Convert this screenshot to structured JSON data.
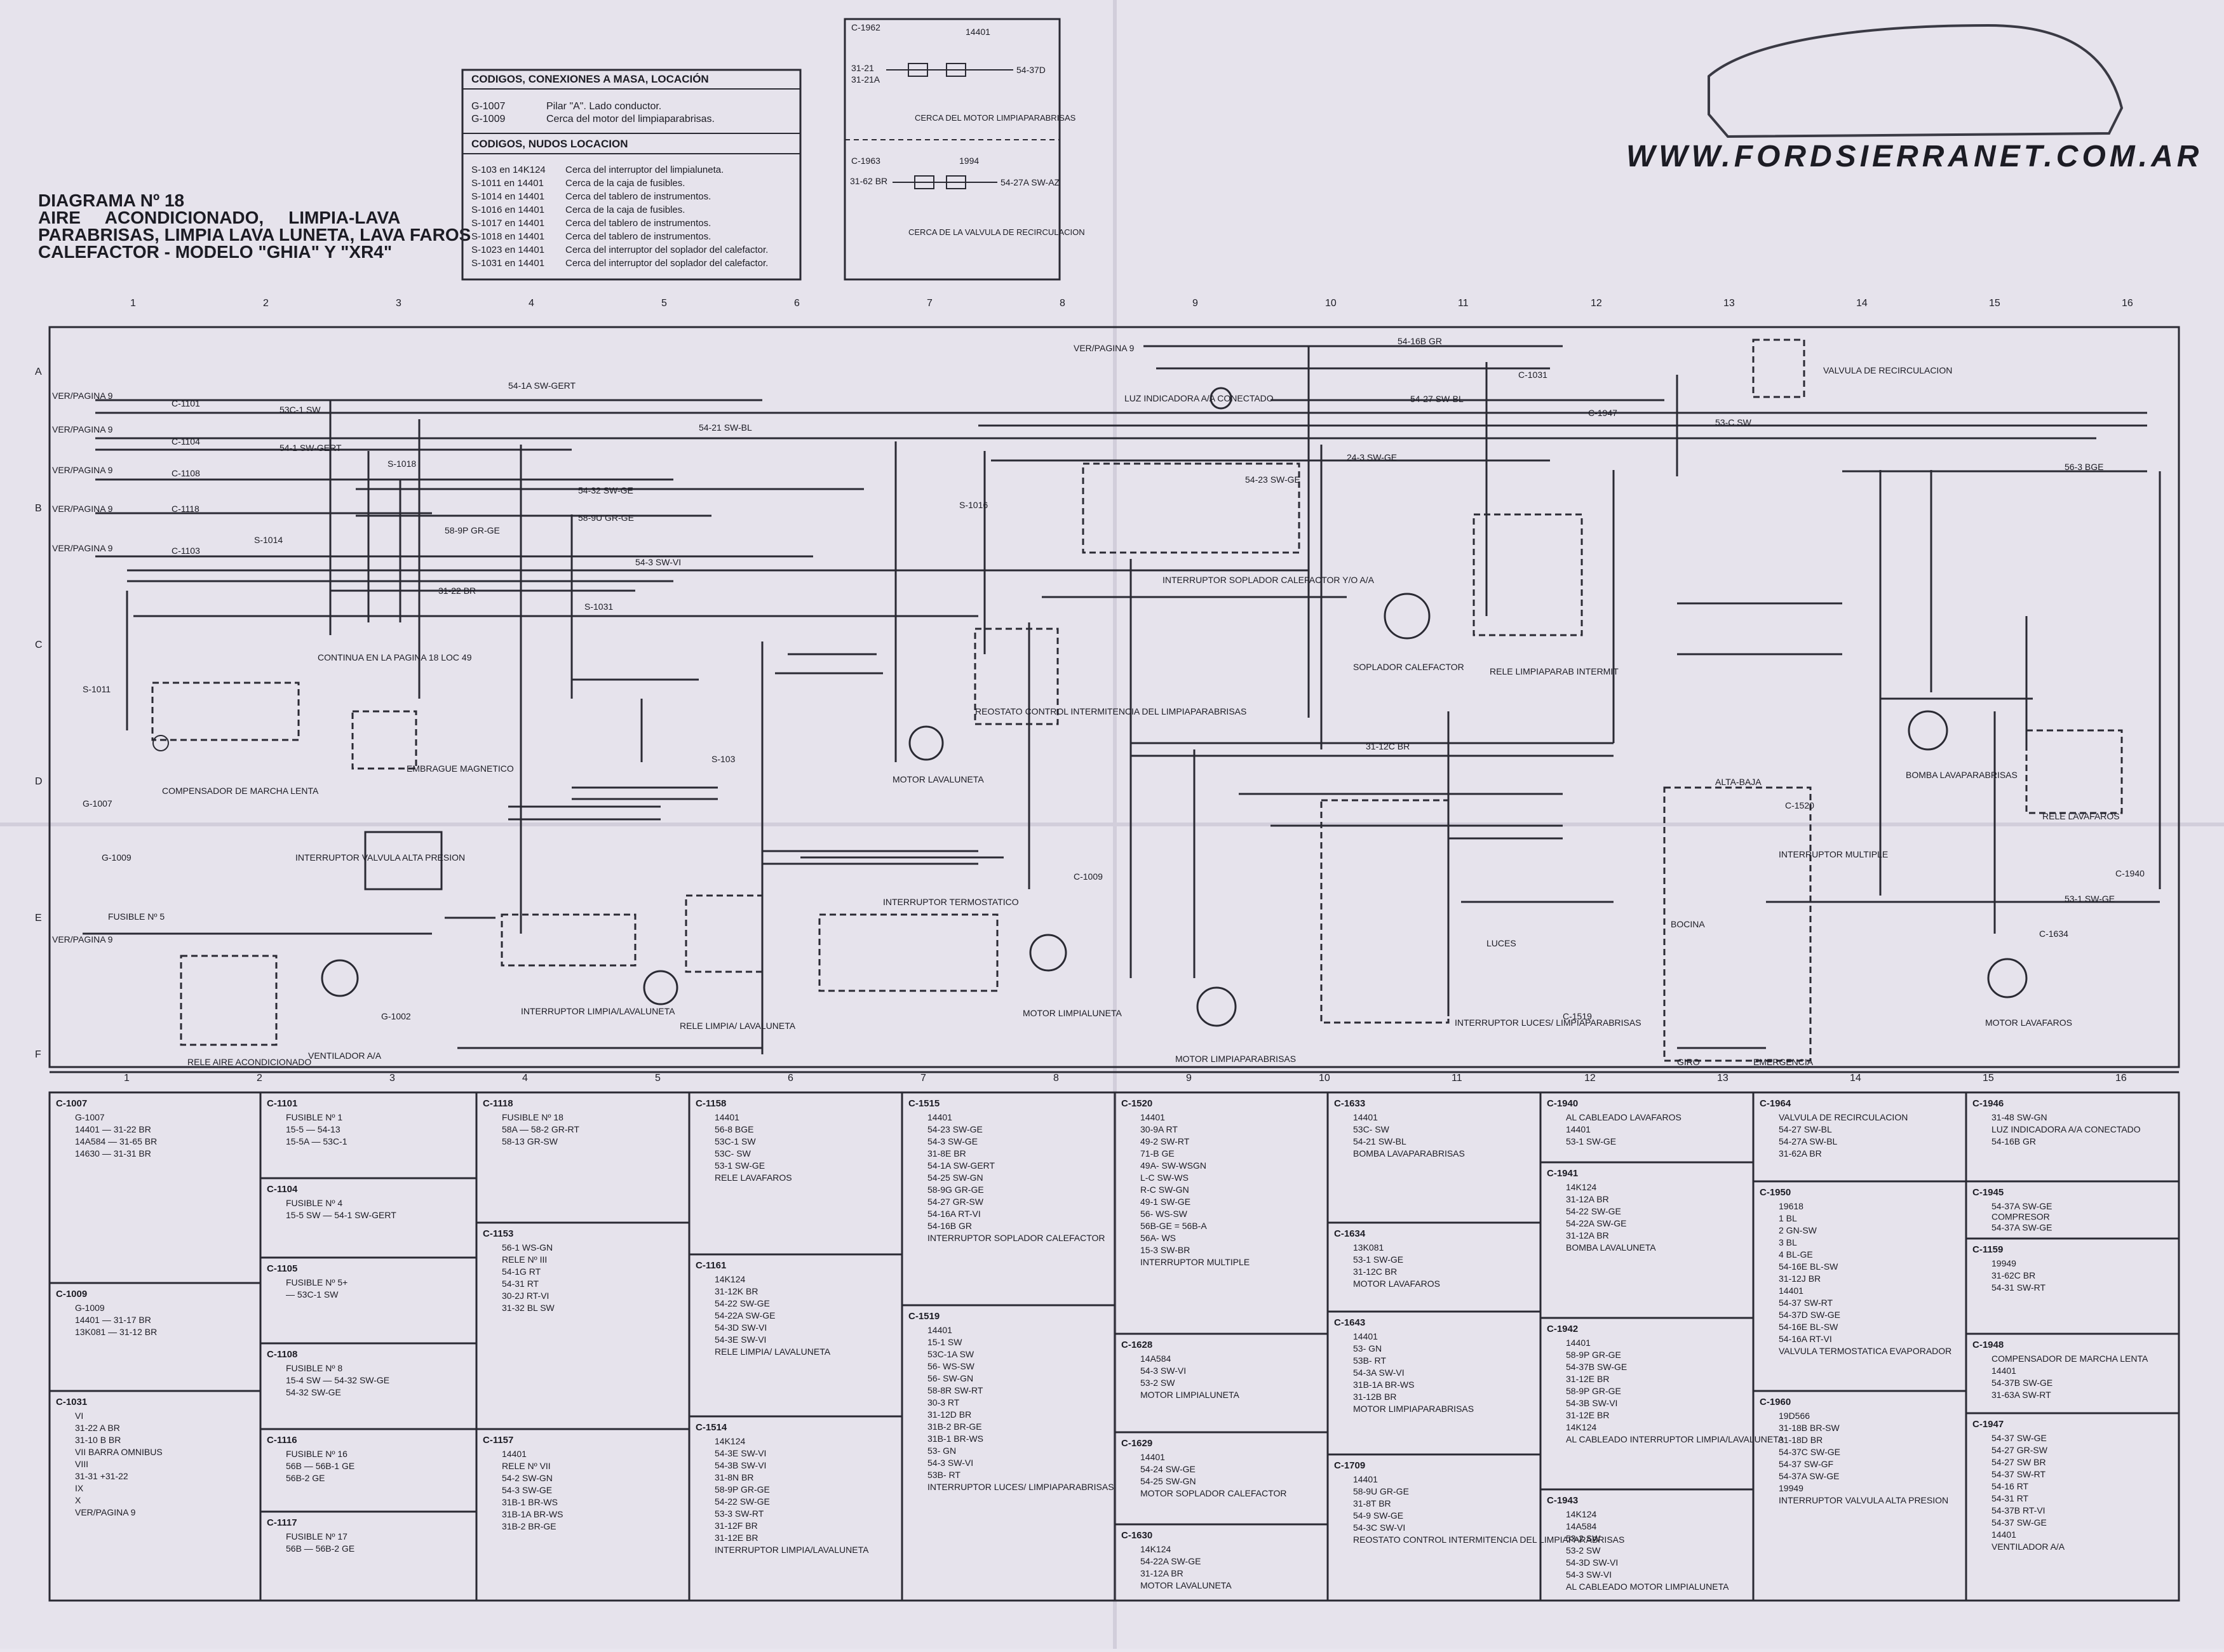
{
  "website": "WWW.FORDSIERRANET.COM.AR",
  "title": {
    "line1": "DIAGRAMA Nº 18",
    "line2": "AIRE     ACONDICIONADO,     LIMPIA-LAVA",
    "line3": "PARABRISAS, LIMPIA LAVA LUNETA, LAVA FAROS",
    "line4": "CALEFACTOR - MODELO \"GHIA\" Y \"XR4\""
  },
  "legend": {
    "ground_header": "CODIGOS, CONEXIONES A MASA, LOCACIÓN",
    "grounds": [
      {
        "code": "G-1007",
        "text": "Pilar \"A\". Lado conductor."
      },
      {
        "code": "G-1009",
        "text": "Cerca del motor del limpiaparabrisas."
      }
    ],
    "splice_header": "CODIGOS, NUDOS LOCACION",
    "splices": [
      {
        "code": "S-103 en 14K124",
        "text": "Cerca del interruptor del limpialuneta."
      },
      {
        "code": "S-1011 en 14401",
        "text": "Cerca de la caja de fusibles."
      },
      {
        "code": "S-1014 en 14401",
        "text": "Cerca del tablero de instrumentos."
      },
      {
        "code": "S-1016 en 14401",
        "text": "Cerca de la caja de fusibles."
      },
      {
        "code": "S-1017 en 14401",
        "text": "Cerca del tablero de instrumentos."
      },
      {
        "code": "S-1018 en 14401",
        "text": "Cerca del tablero de instrumentos."
      },
      {
        "code": "S-1023 en 14401",
        "text": "Cerca del interruptor del soplador del calefactor."
      },
      {
        "code": "S-1031 en 14401",
        "text": "Cerca del interruptor del soplador del calefactor."
      }
    ]
  },
  "top_connector_box": {
    "c1": "C-1962",
    "harness": "14401",
    "w1": "31-21",
    "w2": "31-21A",
    "w3": "54-37D",
    "note1": "CERCA DEL MOTOR LIMPIAPARABRISAS",
    "c2": "C-1963",
    "harness2": "1994",
    "w4": "31-62 BR",
    "w5": "54-27A SW-AZ",
    "note2": "CERCA DE LA VALVULA DE RECIRCULACION"
  },
  "grid": {
    "cols": [
      "1",
      "2",
      "3",
      "4",
      "5",
      "6",
      "7",
      "8",
      "9",
      "10",
      "11",
      "12",
      "13",
      "14",
      "15",
      "16"
    ],
    "rows": [
      "A",
      "B",
      "C",
      "D",
      "E",
      "F"
    ]
  },
  "main_labels": [
    {
      "id": "ver1",
      "text": "VER/PAGINA 9"
    },
    {
      "id": "ver2",
      "text": "VER/PAGINA 9"
    },
    {
      "id": "ver3",
      "text": "VER/PAGINA 9"
    },
    {
      "id": "ver4",
      "text": "VER/PAGINA 9"
    },
    {
      "id": "ver5",
      "text": "VER/PAGINA 9"
    },
    {
      "id": "ver6",
      "text": "VER/PAGINA 9"
    },
    {
      "id": "ver7",
      "text": "VER/PAGINA 9"
    },
    {
      "id": "c1101",
      "text": "C-1101"
    },
    {
      "id": "c1104",
      "text": "C-1104"
    },
    {
      "id": "c1108",
      "text": "C-1108"
    },
    {
      "id": "c1118",
      "text": "C-1118"
    },
    {
      "id": "c1103",
      "text": "C-1103"
    },
    {
      "id": "w53c",
      "text": "53C-1 SW"
    },
    {
      "id": "w541",
      "text": "54-1 SW-GERT"
    },
    {
      "id": "w541a",
      "text": "54-1A SW-GERT"
    },
    {
      "id": "w5421",
      "text": "54-21 SW-BL"
    },
    {
      "id": "w5432",
      "text": "54-32 SW-GE"
    },
    {
      "id": "w589u",
      "text": "58-9U GR-GE"
    },
    {
      "id": "w589p",
      "text": "58-9P GR-GE"
    },
    {
      "id": "w543",
      "text": "54-3 SW-VI"
    },
    {
      "id": "w3122",
      "text": "31-22 BR"
    },
    {
      "id": "s1018",
      "text": "S-1018"
    },
    {
      "id": "s1014",
      "text": "S-1014"
    },
    {
      "id": "s1031",
      "text": "S-1031"
    },
    {
      "id": "s1016",
      "text": "S-1016"
    },
    {
      "id": "s1011",
      "text": "S-1011"
    },
    {
      "id": "s103",
      "text": "S-103"
    },
    {
      "id": "continua",
      "text": "CONTINUA EN LA PAGINA 18 LOC 49"
    },
    {
      "id": "comp",
      "text": "COMPENSADOR DE MARCHA LENTA"
    },
    {
      "id": "embrague",
      "text": "EMBRAGUE MAGNETICO"
    },
    {
      "id": "valvula",
      "text": "INTERRUPTOR VALVULA ALTA PRESION"
    },
    {
      "id": "fusible5",
      "text": "FUSIBLE Nº 5"
    },
    {
      "id": "rele_aire",
      "text": "RELE AIRE ACONDICIONADO"
    },
    {
      "id": "ventilador",
      "text": "VENTILADOR A/A"
    },
    {
      "id": "int_limpia",
      "text": "INTERRUPTOR LIMPIA/LAVALUNETA"
    },
    {
      "id": "rele_limpia",
      "text": "RELE LIMPIA/ LAVALUNETA"
    },
    {
      "id": "motor_lavaluneta",
      "text": "MOTOR LAVALUNETA"
    },
    {
      "id": "int_termo",
      "text": "INTERRUPTOR TERMOSTATICO"
    },
    {
      "id": "motor_limpialuneta",
      "text": "MOTOR LIMPIALUNETA"
    },
    {
      "id": "reostato",
      "text": "REOSTATO CONTROL INTERMITENCIA DEL LIMPIAPARABRISAS"
    },
    {
      "id": "luz_ind",
      "text": "LUZ INDICADORA A/A CONECTADO"
    },
    {
      "id": "int_soplador",
      "text": "INTERRUPTOR SOPLADOR CALEFACTOR Y/O A/A"
    },
    {
      "id": "soplador",
      "text": "SOPLADOR CALEFACTOR"
    },
    {
      "id": "rele_limpiap",
      "text": "RELE LIMPIAPARAB INTERMIT"
    },
    {
      "id": "valv_recirc",
      "text": "VALVULA DE RECIRCULACION"
    },
    {
      "id": "bomba",
      "text": "BOMBA LAVAPARABRISAS"
    },
    {
      "id": "rele_lavafaros",
      "text": "RELE LAVAFAROS"
    },
    {
      "id": "motor_limpiap",
      "text": "MOTOR LIMPIAPARABRISAS"
    },
    {
      "id": "luces",
      "text": "LUCES"
    },
    {
      "id": "int_luces",
      "text": "INTERRUPTOR LUCES/ LIMPIAPARABRISAS"
    },
    {
      "id": "alta_baja",
      "text": "ALTA-BAJA"
    },
    {
      "id": "int_multiple",
      "text": "INTERRUPTOR MULTIPLE"
    },
    {
      "id": "bocina",
      "text": "BOCINA"
    },
    {
      "id": "giro",
      "text": "GIRO"
    },
    {
      "id": "emergencia",
      "text": "EMERGENCIA"
    },
    {
      "id": "motor_lavafaros",
      "text": "MOTOR LAVAFAROS"
    },
    {
      "id": "c1031",
      "text": "C-1031"
    },
    {
      "id": "c1947",
      "text": "C-1947"
    },
    {
      "id": "w5416b",
      "text": "54-16B GR"
    },
    {
      "id": "w5427",
      "text": "54-27 SW-BL"
    },
    {
      "id": "w53c2",
      "text": "53-C SW"
    },
    {
      "id": "w563",
      "text": "56-3 BGE"
    },
    {
      "id": "w243",
      "text": "24-3 SW-GE"
    },
    {
      "id": "w5423",
      "text": "54-23 SW-GE"
    },
    {
      "id": "w3112c",
      "text": "31-12C BR"
    },
    {
      "id": "w531",
      "text": "53-1 SW-GE"
    },
    {
      "id": "c1940",
      "text": "C-1940"
    },
    {
      "id": "c1634",
      "text": "C-1634"
    },
    {
      "id": "c1520",
      "text": "C-1520"
    },
    {
      "id": "c1519",
      "text": "C-1519"
    },
    {
      "id": "c1009",
      "text": "C-1009"
    },
    {
      "id": "g1009",
      "text": "G-1009"
    },
    {
      "id": "g1007",
      "text": "G-1007"
    },
    {
      "id": "g1002",
      "text": "G-1002"
    }
  ],
  "connector_boxes": [
    {
      "id": "C-1007",
      "lines": [
        "G-1007",
        "14401  —  31-22 BR",
        "14A584  —  31-65 BR",
        "14630  —  31-31 BR"
      ]
    },
    {
      "id": "C-1009",
      "lines": [
        "G-1009",
        "14401  —  31-17 BR",
        "13K081  —  31-12 BR"
      ]
    },
    {
      "id": "C-1031",
      "lines": [
        "VI",
        "31-22 A BR",
        "31-10 B BR",
        "VII  BARRA OMNIBUS",
        "VIII",
        "31-31  +31-22",
        "IX",
        "X",
        "VER/PAGINA 9"
      ]
    },
    {
      "id": "C-1101",
      "lines": [
        "FUSIBLE Nº 1",
        "15-5  —  54-13",
        "15-5A  —  53C-1"
      ]
    },
    {
      "id": "C-1104",
      "lines": [
        "FUSIBLE Nº 4",
        "15-5 SW  —  54-1 SW-GERT"
      ]
    },
    {
      "id": "C-1105",
      "lines": [
        "FUSIBLE Nº 5+",
        "  —  53C-1 SW"
      ]
    },
    {
      "id": "C-1108",
      "lines": [
        "FUSIBLE Nº 8",
        "15-4 SW  —  54-32 SW-GE",
        "54-32 SW-GE"
      ]
    },
    {
      "id": "C-1116",
      "lines": [
        "FUSIBLE Nº 16",
        "56B  —  56B-1 GE",
        "56B-2 GE"
      ]
    },
    {
      "id": "C-1117",
      "lines": [
        "FUSIBLE Nº 17",
        "56B  —  56B-2 GE"
      ]
    },
    {
      "id": "C-1118",
      "lines": [
        "FUSIBLE Nº 18",
        "58A  —  58-2 GR-RT",
        "58-13 GR-SW"
      ]
    },
    {
      "id": "C-1153",
      "lines": [
        "56-1 WS-GN",
        "RELE Nº III",
        "54-1G RT",
        "54-31 RT",
        "30-2J RT-VI",
        "31-32 BL SW"
      ]
    },
    {
      "id": "C-1157",
      "lines": [
        "14401",
        "RELE Nº VII",
        "54-2 SW-GN",
        "54-3 SW-GE",
        "31B-1 BR-WS",
        "31B-1A BR-WS",
        "31B-2 BR-GE"
      ]
    },
    {
      "id": "C-1158",
      "lines": [
        "14401",
        "56-8 BGE",
        "53C-1 SW",
        "53C- SW",
        "53-1 SW-GE",
        "RELE LAVAFAROS"
      ]
    },
    {
      "id": "C-1161",
      "lines": [
        "14K124",
        "31-12K BR",
        "54-22 SW-GE",
        "54-22A SW-GE",
        "54-3D SW-VI",
        "54-3E SW-VI",
        "RELE LIMPIA/ LAVALUNETA"
      ]
    },
    {
      "id": "C-1514",
      "lines": [
        "14K124",
        "54-3E SW-VI",
        "54-3B SW-VI",
        "31-8N BR",
        "58-9P GR-GE",
        "54-22 SW-GE",
        "53-3 SW-RT",
        "31-12F BR",
        "31-12E BR",
        "INTERRUPTOR LIMPIA/LAVALUNETA"
      ]
    },
    {
      "id": "C-1515",
      "lines": [
        "14401",
        "54-23 SW-GE",
        "54-3 SW-GE",
        "31-8E BR",
        "54-1A SW-GERT",
        "54-25 SW-GN",
        "58-9G GR-GE",
        "54-27 GR-SW",
        "54-16A RT-VI",
        "54-16B GR",
        "INTERRUPTOR SOPLADOR CALEFACTOR"
      ]
    },
    {
      "id": "C-1519",
      "lines": [
        "14401",
        "15-1 SW",
        "53C-1A SW",
        "56- WS-SW",
        "56- SW-GN",
        "58-8R SW-RT",
        "30-3 RT",
        "31-12D BR",
        "31B-2 BR-GE",
        "31B-1 BR-WS",
        "53- GN",
        "54-3 SW-VI",
        "53B- RT",
        "INTERRUPTOR LUCES/ LIMPIAPARABRISAS"
      ]
    },
    {
      "id": "C-1520",
      "lines": [
        "14401",
        "30-9A RT",
        "49-2 SW-RT",
        "71-B GE",
        "49A- SW-WSGN",
        "L-C SW-WS",
        "R-C SW-GN",
        "49-1 SW-GE",
        "56- WS-SW",
        "56B-GE = 56B-A",
        "56A- WS",
        "15-3 SW-BR",
        "INTERRUPTOR MULTIPLE"
      ]
    },
    {
      "id": "C-1628",
      "lines": [
        "14A584",
        "54-3 SW-VI",
        "53-2 SW",
        "MOTOR LIMPIALUNETA"
      ]
    },
    {
      "id": "C-1629",
      "lines": [
        "14401",
        "54-24 SW-GE",
        "54-25 SW-GN",
        "MOTOR SOPLADOR CALEFACTOR"
      ]
    },
    {
      "id": "C-1630",
      "lines": [
        "14K124",
        "54-22A SW-GE",
        "31-12A BR",
        "MOTOR LAVALUNETA"
      ]
    },
    {
      "id": "C-1633",
      "lines": [
        "14401",
        "53C- SW",
        "54-21 SW-BL",
        "BOMBA LAVAPARABRISAS"
      ]
    },
    {
      "id": "C-1634",
      "lines": [
        "13K081",
        "53-1 SW-GE",
        "31-12C BR",
        "MOTOR LAVAFAROS"
      ]
    },
    {
      "id": "C-1643",
      "lines": [
        "14401",
        "53- GN",
        "53B- RT",
        "54-3A SW-VI",
        "31B-1A BR-WS",
        "31-12B BR",
        "MOTOR LIMPIAPARABRISAS"
      ]
    },
    {
      "id": "C-1709",
      "lines": [
        "14401",
        "58-9U GR-GE",
        "31-8T BR",
        "54-9 SW-GE",
        "54-3C SW-VI",
        "REOSTATO CONTROL INTERMITENCIA DEL LIMPIAPARABRISAS"
      ]
    },
    {
      "id": "C-1940",
      "lines": [
        "AL CABLEADO LAVAFAROS",
        "14401",
        "53-1 SW-GE"
      ]
    },
    {
      "id": "C-1941",
      "lines": [
        "14K124",
        "31-12A BR",
        "54-22 SW-GE",
        "54-22A SW-GE",
        "31-12A BR",
        "BOMBA LAVALUNETA"
      ]
    },
    {
      "id": "C-1942",
      "lines": [
        "14401",
        "58-9P GR-GE",
        "54-37B SW-GE",
        "31-12E BR",
        "58-9P GR-GE",
        "54-3B SW-VI",
        "31-12E BR",
        "14K124",
        "AL CABLEADO INTERRUPTOR LIMPIA/LAVALUNETA"
      ]
    },
    {
      "id": "C-1943",
      "lines": [
        "14K124",
        "14A584",
        "53-2 SW",
        "53-2 SW",
        "54-3D SW-VI",
        "54-3 SW-VI",
        "AL CABLEADO MOTOR LIMPIALUNETA"
      ]
    },
    {
      "id": "C-1945",
      "lines": [
        "54-37A SW-GE",
        "COMPRESOR",
        "54-37A SW-GE"
      ]
    },
    {
      "id": "C-1946",
      "lines": [
        "31-48 SW-GN",
        "LUZ INDICADORA A/A CONECTADO",
        "54-16B GR"
      ]
    },
    {
      "id": "C-1947",
      "lines": [
        "54-37 SW-GE",
        "54-27 GR-SW",
        "54-27 SW BR",
        "54-37 SW-RT",
        "54-16 RT",
        "54-31 RT",
        "54-37B RT-VI",
        "54-37 SW-GE",
        "14401",
        "VENTILADOR A/A"
      ]
    },
    {
      "id": "C-1948",
      "lines": [
        "COMPENSADOR DE MARCHA LENTA",
        "14401",
        "54-37B SW-GE",
        "31-63A SW-RT"
      ]
    },
    {
      "id": "C-1950",
      "lines": [
        "19618",
        "1 BL",
        "2 GN-SW",
        "3 BL",
        "4 BL-GE",
        "54-16E BL-SW",
        "31-12J BR",
        "14401",
        "54-37 SW-RT",
        "54-37D SW-GE",
        "54-16E BL-SW",
        "54-16A RT-VI",
        "VALVULA TERMOSTATICA EVAPORADOR"
      ]
    },
    {
      "id": "C-1159",
      "lines": [
        "19949",
        "31-62C BR",
        "54-31 SW-RT"
      ]
    },
    {
      "id": "C-1960",
      "lines": [
        "19D566",
        "31-18B BR-SW",
        "31-18D BR",
        "54-37C SW-GE",
        "54-37 SW-GF",
        "54-37A SW-GE",
        "19949",
        "INTERRUPTOR VALVULA ALTA PRESION"
      ]
    },
    {
      "id": "C-1964",
      "lines": [
        "VALVULA DE RECIRCULACION",
        "54-27 SW-BL",
        "54-27A SW-BL",
        "31-62A BR"
      ]
    }
  ]
}
